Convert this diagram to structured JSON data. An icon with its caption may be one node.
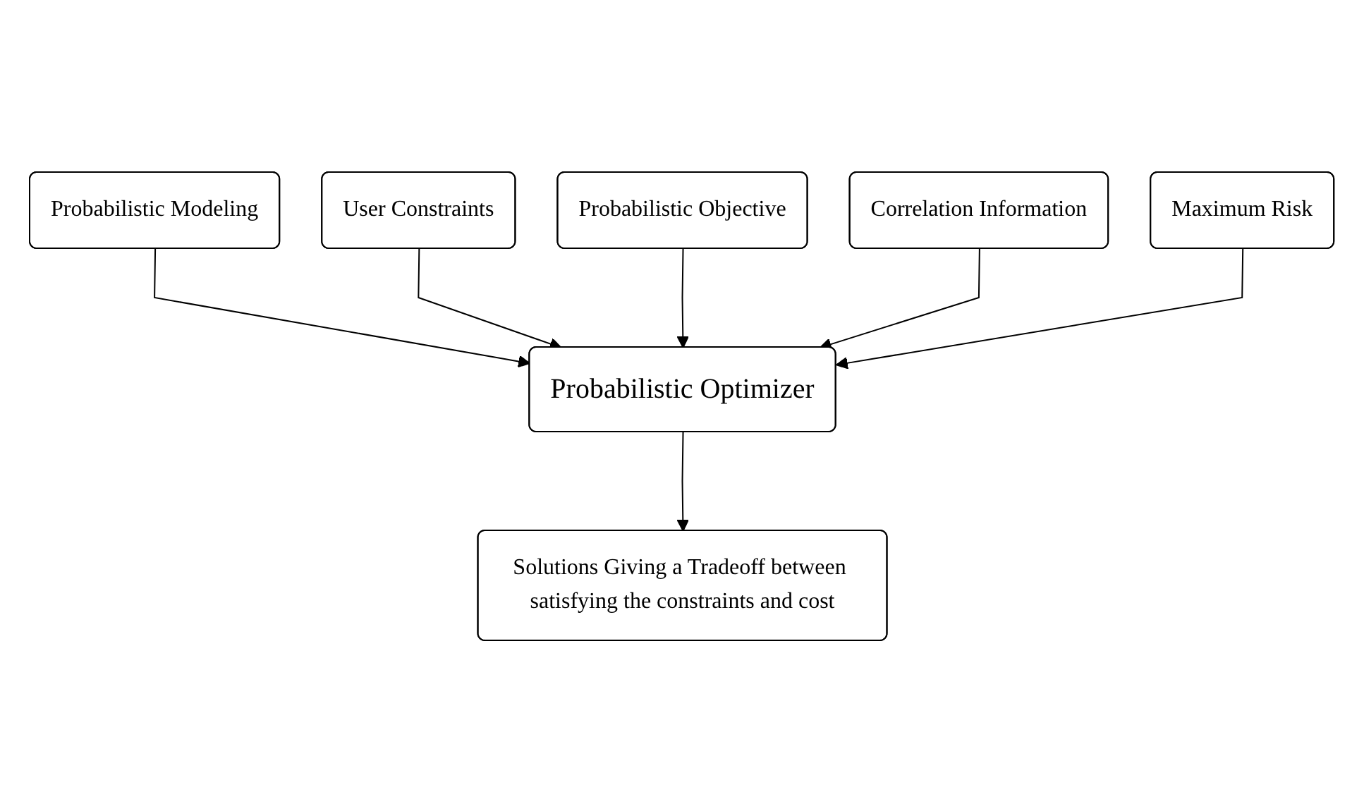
{
  "diagram": {
    "nodes": [
      {
        "text": [
          "Probabilistic Modeling"
        ]
      },
      {
        "text": [
          "User Constraints"
        ]
      },
      {
        "text": [
          "Probabilistic Objective"
        ]
      },
      {
        "text": [
          "Correlation Information"
        ]
      },
      {
        "text": [
          "Probabilistic Optimizer"
        ]
      },
      {
        "text": [
          "Maximum Risk"
        ]
      },
      {
        "text": [
          "Solutions Giving a Tradeoff between satisfying the constraints and cost"
        ]
      }
    ],
    "edges": [
      {
        "from": 0,
        "to": 4,
        "arrow": "to"
      },
      {
        "from": 1,
        "to": 4,
        "arrow": "to"
      },
      {
        "from": 2,
        "to": 4,
        "arrow": "to"
      },
      {
        "from": 3,
        "to": 4,
        "arrow": "to"
      },
      {
        "from": 5,
        "to": 4,
        "arrow": "to"
      },
      {
        "from": 4,
        "to": 6,
        "arrow": "to"
      }
    ]
  }
}
